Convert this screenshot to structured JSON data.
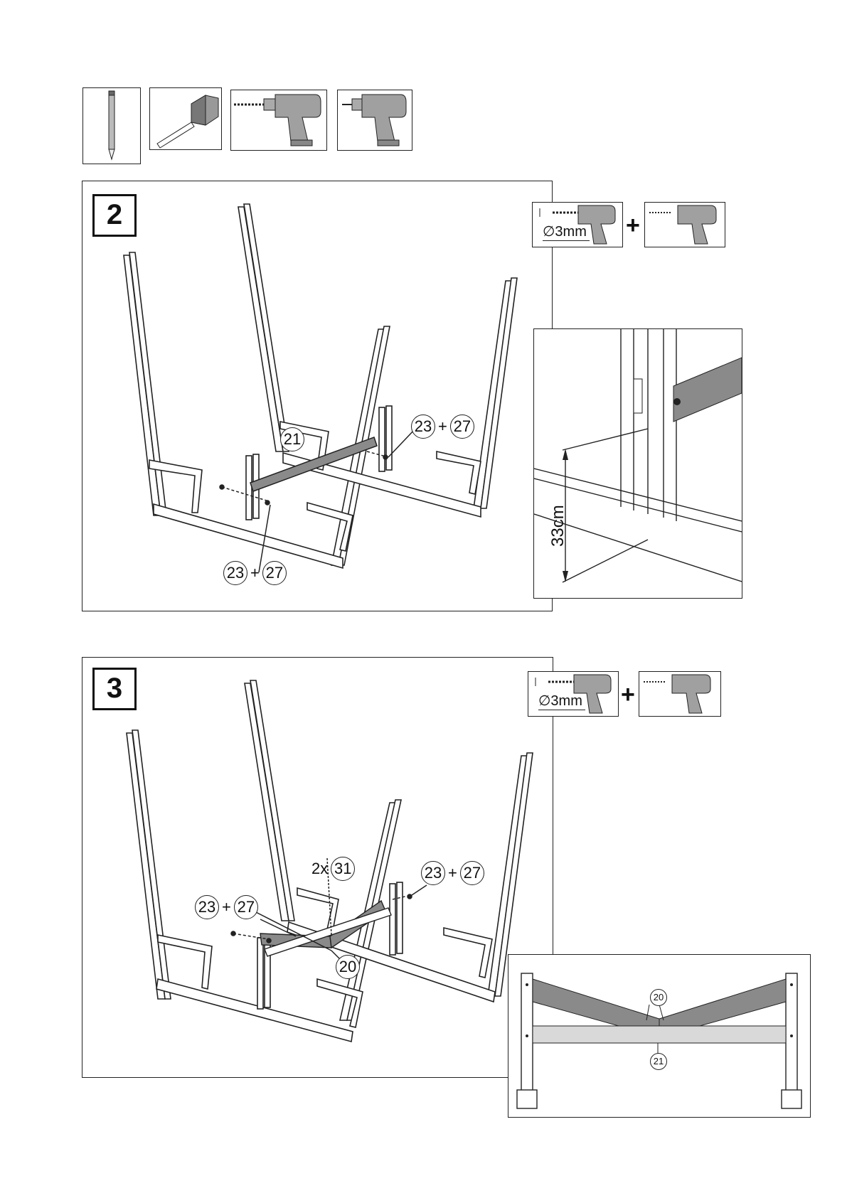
{
  "tools": [
    {
      "name": "pencil"
    },
    {
      "name": "tape-measure"
    },
    {
      "name": "drill"
    },
    {
      "name": "screwdriver-drill"
    }
  ],
  "step2": {
    "number": "2",
    "drill_label": "∅3mm",
    "plus": "+",
    "part_21": "21",
    "callout_right": {
      "a": "23",
      "plus": "+",
      "b": "27"
    },
    "callout_bottom": {
      "a": "23",
      "plus": "+",
      "b": "27"
    },
    "measure": "33cm"
  },
  "step3": {
    "number": "3",
    "drill_label": "∅3mm",
    "plus": "+",
    "callout_31": {
      "qty": "2x",
      "part": "31"
    },
    "callout_right": {
      "a": "23",
      "plus": "+",
      "b": "27"
    },
    "callout_left": {
      "a": "23",
      "plus": "+",
      "b": "27"
    },
    "part_20": "20",
    "detail_20": "20",
    "detail_21": "21"
  },
  "colors": {
    "line": "#222222",
    "grey": "#8a8a8a",
    "lightgrey": "#d9d9d9"
  }
}
